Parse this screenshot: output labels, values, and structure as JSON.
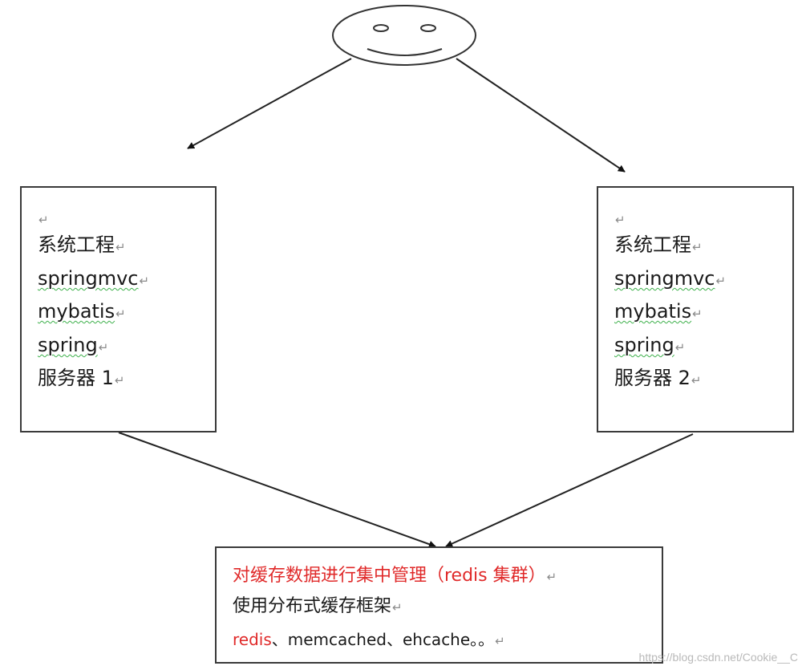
{
  "return_mark": "↵",
  "left_box": {
    "lines": [
      "系统工程",
      "springmvc",
      "mybatis",
      "spring",
      "服务器 1"
    ]
  },
  "right_box": {
    "lines": [
      "系统工程",
      "springmvc",
      "mybatis",
      "spring",
      "服务器 2"
    ]
  },
  "bottom_box": {
    "line1": "对缓存数据进行集中管理（redis 集群）",
    "line2": "使用分布式缓存框架",
    "line3_highlight": "redis",
    "line3_rest": "、memcached、ehcache。。"
  },
  "watermark": "https://blog.csdn.net/Cookie__C",
  "colors": {
    "highlight": "#e02a2a",
    "border": "#3a3a3a",
    "spellcheck": "#3cb04a"
  }
}
